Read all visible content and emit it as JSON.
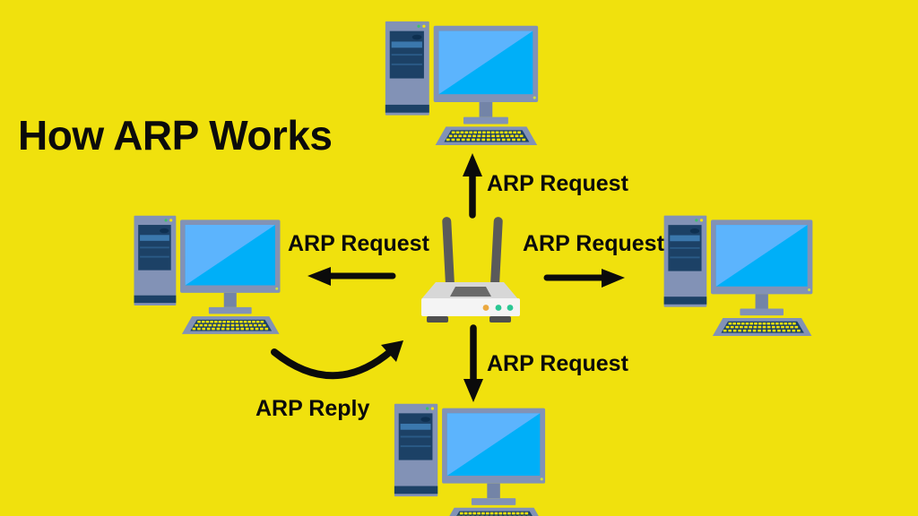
{
  "page": {
    "title": "How ARP Works",
    "background_color": "#F0E10D",
    "text_color": "#0B0B0B"
  },
  "labels": {
    "top": "ARP Request",
    "left": "ARP Request",
    "right": "ARP Request",
    "bottom": "ARP Request",
    "reply": "ARP Reply"
  },
  "devices": {
    "center": "wireless-router",
    "nodes": [
      "computer-top",
      "computer-left",
      "computer-right",
      "computer-bottom"
    ]
  },
  "colors": {
    "background": "#F0E10D",
    "text": "#0B0B0B",
    "arrow": "#0B0B0B",
    "pc_body": "#8292B6",
    "pc_panel": "#1C4166",
    "pc_panel_bar": "#3B78AD",
    "pc_stand": "#7384A7",
    "screen_light": "#5CB4FD",
    "screen_bright": "#00AFF8",
    "keyboard_keys": "#F0E10D",
    "router_lid": "#D7D7D7",
    "router_face": "#F4F4F4",
    "router_top_panel": "#6A6A6A",
    "router_antenna": "#5A5A5A",
    "router_feet": "#4F4F4F",
    "led_orange": "#EBA940",
    "led_green": "#2AC793"
  }
}
